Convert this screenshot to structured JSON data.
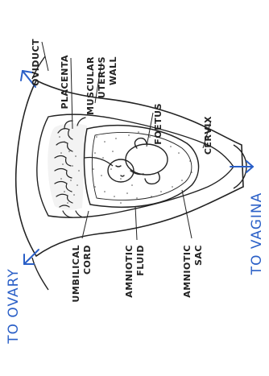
{
  "labels": {
    "oviduct": "OVIDUCT",
    "placenta": "PLACENTA",
    "muscular_uterus_wall": [
      "MUSCULAR",
      "UTERUS",
      "WALL"
    ],
    "foetus": "FOETUS",
    "cervix": "CERVIX",
    "to_vagina": "TO VAGINA",
    "to_ovary": "TO OVARY",
    "umbilical_cord": [
      "UMBILICAL",
      "CORD"
    ],
    "amniotic_fluid": [
      "AMNIOTIC",
      "FLUID"
    ],
    "amniotic_sac": [
      "AMNIOTIC",
      "SAC"
    ]
  },
  "colors": {
    "ink": "#222222",
    "arrow": "#2a5fc7"
  }
}
